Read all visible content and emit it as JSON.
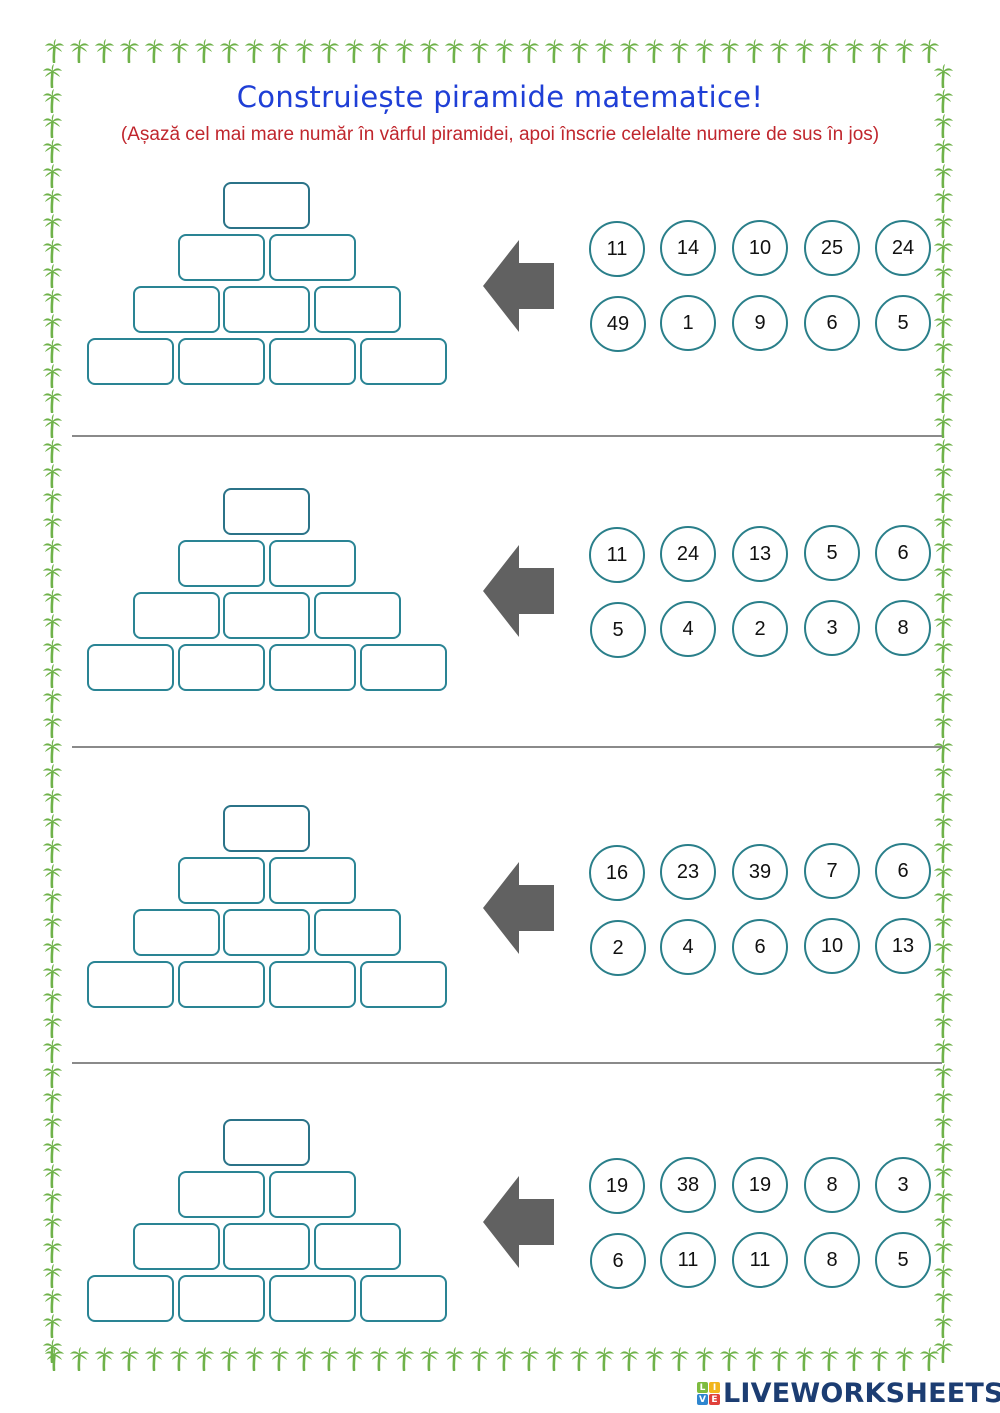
{
  "title": "Construiește piramide matematice!",
  "subtitle": "(Așază cel mai mare număr în vârful piramidei, apoi înscrie celelalte numere de sus în jos)",
  "colors": {
    "title": "#1f3fd6",
    "subtitle": "#c0262d",
    "brick_border": "#2a8494",
    "bubble_border": "#2a7f8a",
    "arrow": "#616161",
    "palm": "#6fb24a",
    "divider": "#8a8a8a"
  },
  "border_icon": "palm-tree-icon",
  "exercises": [
    {
      "numbers_row1": [
        "11",
        "14",
        "10",
        "25",
        "24"
      ],
      "numbers_row2": [
        "49",
        "1",
        "9",
        "6",
        "5"
      ]
    },
    {
      "numbers_row1": [
        "11",
        "24",
        "13",
        "5",
        "6"
      ],
      "numbers_row2": [
        "5",
        "4",
        "2",
        "3",
        "8"
      ]
    },
    {
      "numbers_row1": [
        "16",
        "23",
        "39",
        "7",
        "6"
      ],
      "numbers_row2": [
        "2",
        "4",
        "6",
        "10",
        "13"
      ]
    },
    {
      "numbers_row1": [
        "19",
        "38",
        "19",
        "8",
        "3"
      ],
      "numbers_row2": [
        "6",
        "11",
        "11",
        "8",
        "5"
      ]
    }
  ],
  "pyramid_rows": [
    1,
    2,
    3,
    4
  ],
  "footer": {
    "logo_blocks": [
      "L",
      "I",
      "V",
      "E"
    ],
    "logo_text": "LIVEWORKSHEETS"
  }
}
